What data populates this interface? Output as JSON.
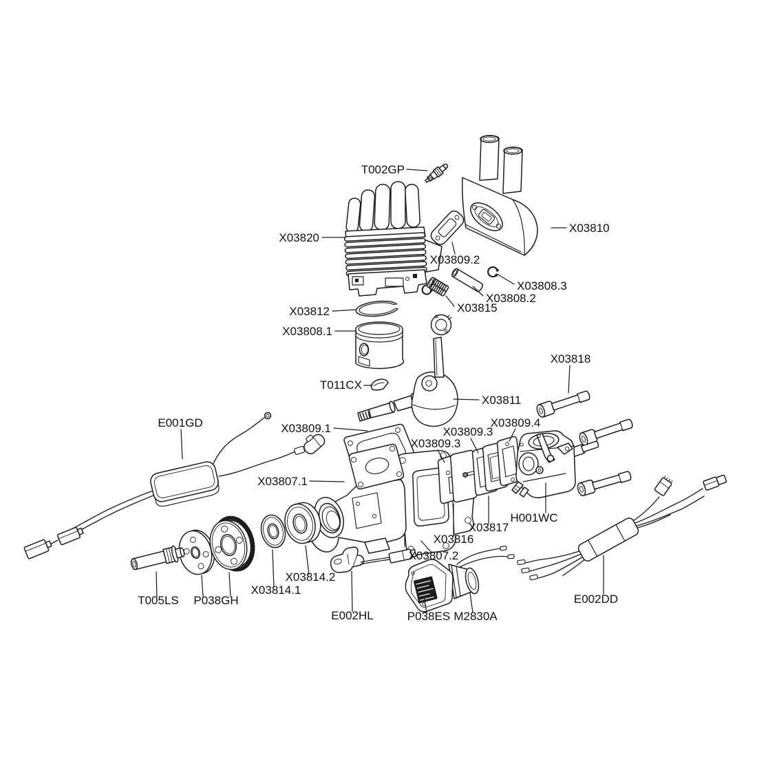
{
  "diagram": {
    "type": "exploded-parts-diagram",
    "subject": "Two-stroke gas engine exploded view with part numbers",
    "background_color": "#ffffff",
    "line_color": "#1c1c1c",
    "label_color": "#101010",
    "labels": [
      {
        "id": "label-t002gp",
        "text": "T002GP",
        "part": "spark-plug"
      },
      {
        "id": "label-x03820",
        "text": "X03820",
        "part": "cylinder-with-fins"
      },
      {
        "id": "label-x03810",
        "text": "X03810",
        "part": "muffler"
      },
      {
        "id": "label-x03809-2",
        "text": "X03809.2",
        "part": "exhaust-gasket"
      },
      {
        "id": "label-x03808-3",
        "text": "X03808.3",
        "part": "piston-pin-circlip"
      },
      {
        "id": "label-x03808-2",
        "text": "X03808.2",
        "part": "piston-pin"
      },
      {
        "id": "label-x03815",
        "text": "X03815",
        "part": "needle-bearing"
      },
      {
        "id": "label-x03812",
        "text": "X03812",
        "part": "piston-ring"
      },
      {
        "id": "label-x03808-1",
        "text": "X03808.1",
        "part": "piston"
      },
      {
        "id": "label-t011cx",
        "text": "T011CX",
        "part": "woodruff-key"
      },
      {
        "id": "label-x03811",
        "text": "X03811",
        "part": "crankshaft-connecting-rod"
      },
      {
        "id": "label-x03818",
        "text": "X03818",
        "part": "socket-head-bolts"
      },
      {
        "id": "label-e001gd",
        "text": "E001GD",
        "part": "ignition-module"
      },
      {
        "id": "label-x03809-1",
        "text": "X03809.1",
        "part": "cylinder-base-gasket"
      },
      {
        "id": "label-x03809-4",
        "text": "X03809.4",
        "part": "carburetor-gasket"
      },
      {
        "id": "label-x03809-3a",
        "text": "X03809.3",
        "part": "insulator-gasket"
      },
      {
        "id": "label-x03809-3b",
        "text": "X03809.3",
        "part": "insulator-gasket"
      },
      {
        "id": "label-x03807-1",
        "text": "X03807.1",
        "part": "crankcase-front-half"
      },
      {
        "id": "label-h001wc",
        "text": "H001WC",
        "part": "carburetor"
      },
      {
        "id": "label-x03817",
        "text": "X03817",
        "part": "intake-spacer"
      },
      {
        "id": "label-x03816",
        "text": "X03816",
        "part": "reed-valve-block"
      },
      {
        "id": "label-x03807-2",
        "text": "X03807.2",
        "part": "crankcase-rear-half"
      },
      {
        "id": "label-x03814-2",
        "text": "X03814.2",
        "part": "main-bearing-large"
      },
      {
        "id": "label-x03814-1",
        "text": "X03814.1",
        "part": "main-bearing-small"
      },
      {
        "id": "label-t005ls",
        "text": "T005LS",
        "part": "prop-shaft-bolt"
      },
      {
        "id": "label-p038gh",
        "text": "P038GH",
        "part": "drive-hub-with-gear"
      },
      {
        "id": "label-e002hl",
        "text": "E002HL",
        "part": "mount-clip-lead"
      },
      {
        "id": "label-p038es",
        "text": "P038ES",
        "part": "starter-housing"
      },
      {
        "id": "label-m2830a",
        "text": "M2830A",
        "part": "starter-motor"
      },
      {
        "id": "label-e002dd",
        "text": "E002DD",
        "part": "wiring-harness"
      }
    ]
  }
}
